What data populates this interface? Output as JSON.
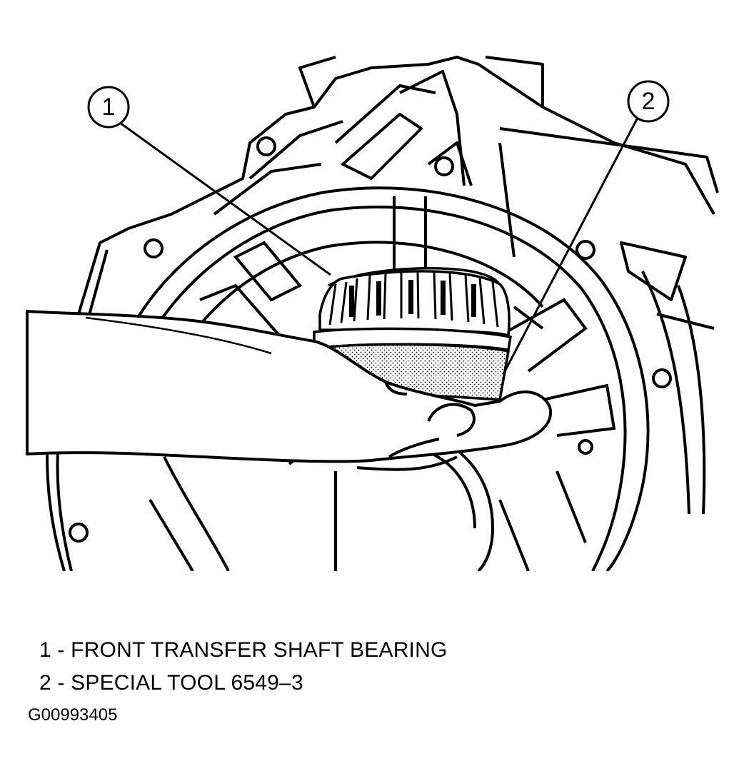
{
  "callouts": [
    {
      "number": "1"
    },
    {
      "number": "2"
    }
  ],
  "legend": [
    {
      "number": "1",
      "separator": " - ",
      "text": "FRONT TRANSFER SHAFT BEARING"
    },
    {
      "number": "2",
      "separator": " - ",
      "text": "SPECIAL TOOL 6549–3"
    }
  ],
  "figure_id": "G00993405"
}
